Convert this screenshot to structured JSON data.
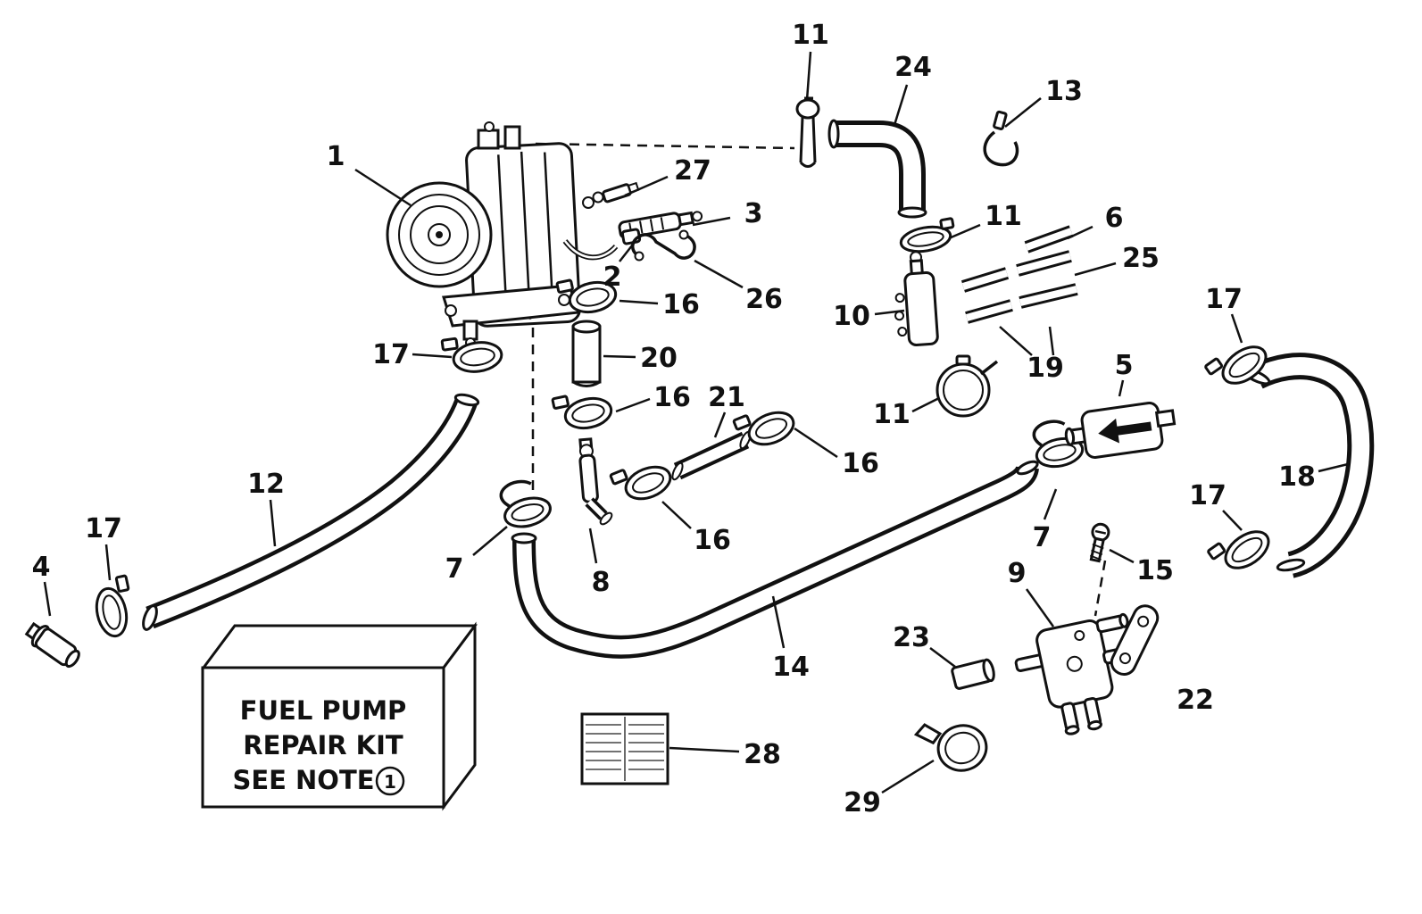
{
  "colors": {
    "ink": "#111111",
    "paper": "#ffffff"
  },
  "box": {
    "line1": "FUEL PUMP",
    "line2": "REPAIR KIT",
    "line3": "SEE NOTE",
    "note": "1"
  },
  "callouts": [
    "11",
    "24",
    "13",
    "1",
    "27",
    "3",
    "11",
    "6",
    "25",
    "2",
    "26",
    "16",
    "10",
    "17",
    "17",
    "20",
    "5",
    "19",
    "16",
    "21",
    "11",
    "16",
    "18",
    "12",
    "7",
    "17",
    "16",
    "8",
    "7",
    "17",
    "4",
    "15",
    "9",
    "14",
    "23",
    "22",
    "28",
    "29"
  ]
}
